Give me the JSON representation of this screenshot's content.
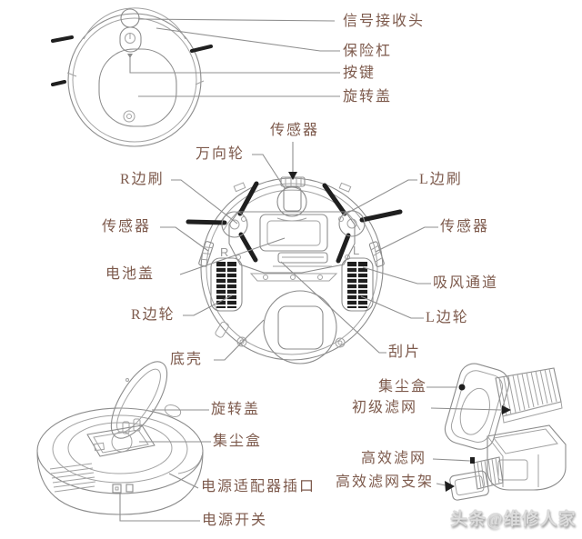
{
  "title": "robot-vacuum-parts-diagram",
  "palette": {
    "label_color": "#7d5a4c",
    "leader_line_color": "#8f8f8f",
    "artwork_line_color": "#8c8c8c",
    "dark_fill": "#1f1f1f",
    "watermark_color": "#dcdcdc",
    "background": "#ffffff"
  },
  "labels": {
    "signal_receiver": "信号接收头",
    "bumper": "保险杠",
    "button": "按键",
    "top_rotating_cover": "旋转盖",
    "sensor_top": "传感器",
    "universal_wheel": "万向轮",
    "r_side_brush": "R边刷",
    "l_side_brush": "L边刷",
    "sensor_left": "传感器",
    "sensor_right": "传感器",
    "battery_cover": "电池盖",
    "suction_channel": "吸风通道",
    "r_wheel": "R边轮",
    "l_wheel": "L边轮",
    "bottom_shell": "底壳",
    "scraper": "刮片",
    "persp_rotating_cover": "旋转盖",
    "persp_dust_box": "集尘盒",
    "power_adapter_port": "电源适配器插口",
    "power_switch": "电源开关",
    "dust_box": "集尘盒",
    "primary_filter": "初级滤网",
    "hepa_filter": "高效滤网",
    "hepa_filter_bracket": "高效滤网支架"
  },
  "letters": {
    "r": "R",
    "l": "L"
  },
  "watermark": {
    "text": "头条@维修人家"
  }
}
